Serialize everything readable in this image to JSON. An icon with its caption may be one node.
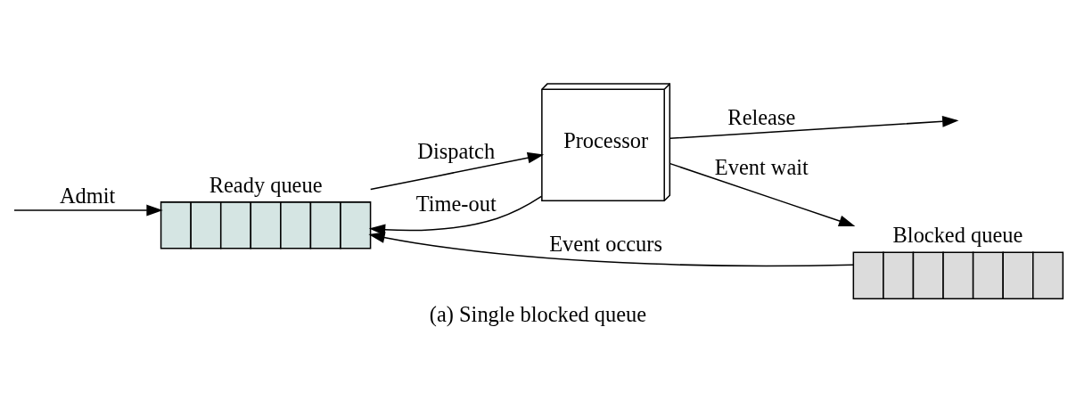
{
  "diagram": {
    "caption": "(a) Single blocked queue",
    "nodes": [
      {
        "text": [
          "Ready queue"
        ]
      },
      {
        "text": [
          "Processor"
        ]
      },
      {
        "text": [
          "Blocked queue"
        ]
      }
    ],
    "edges": [
      {
        "from": null,
        "to": 0,
        "arrow": "to",
        "label": "Admit"
      },
      {
        "from": 0,
        "to": 1,
        "arrow": "to",
        "label": "Dispatch"
      },
      {
        "from": 1,
        "to": null,
        "arrow": "to",
        "label": "Release"
      },
      {
        "from": 1,
        "to": 0,
        "arrow": "to",
        "label": "Time-out"
      },
      {
        "from": 1,
        "to": 2,
        "arrow": "to",
        "label": "Event wait"
      },
      {
        "from": 2,
        "to": 0,
        "arrow": "to",
        "label": "Event occurs"
      }
    ]
  }
}
